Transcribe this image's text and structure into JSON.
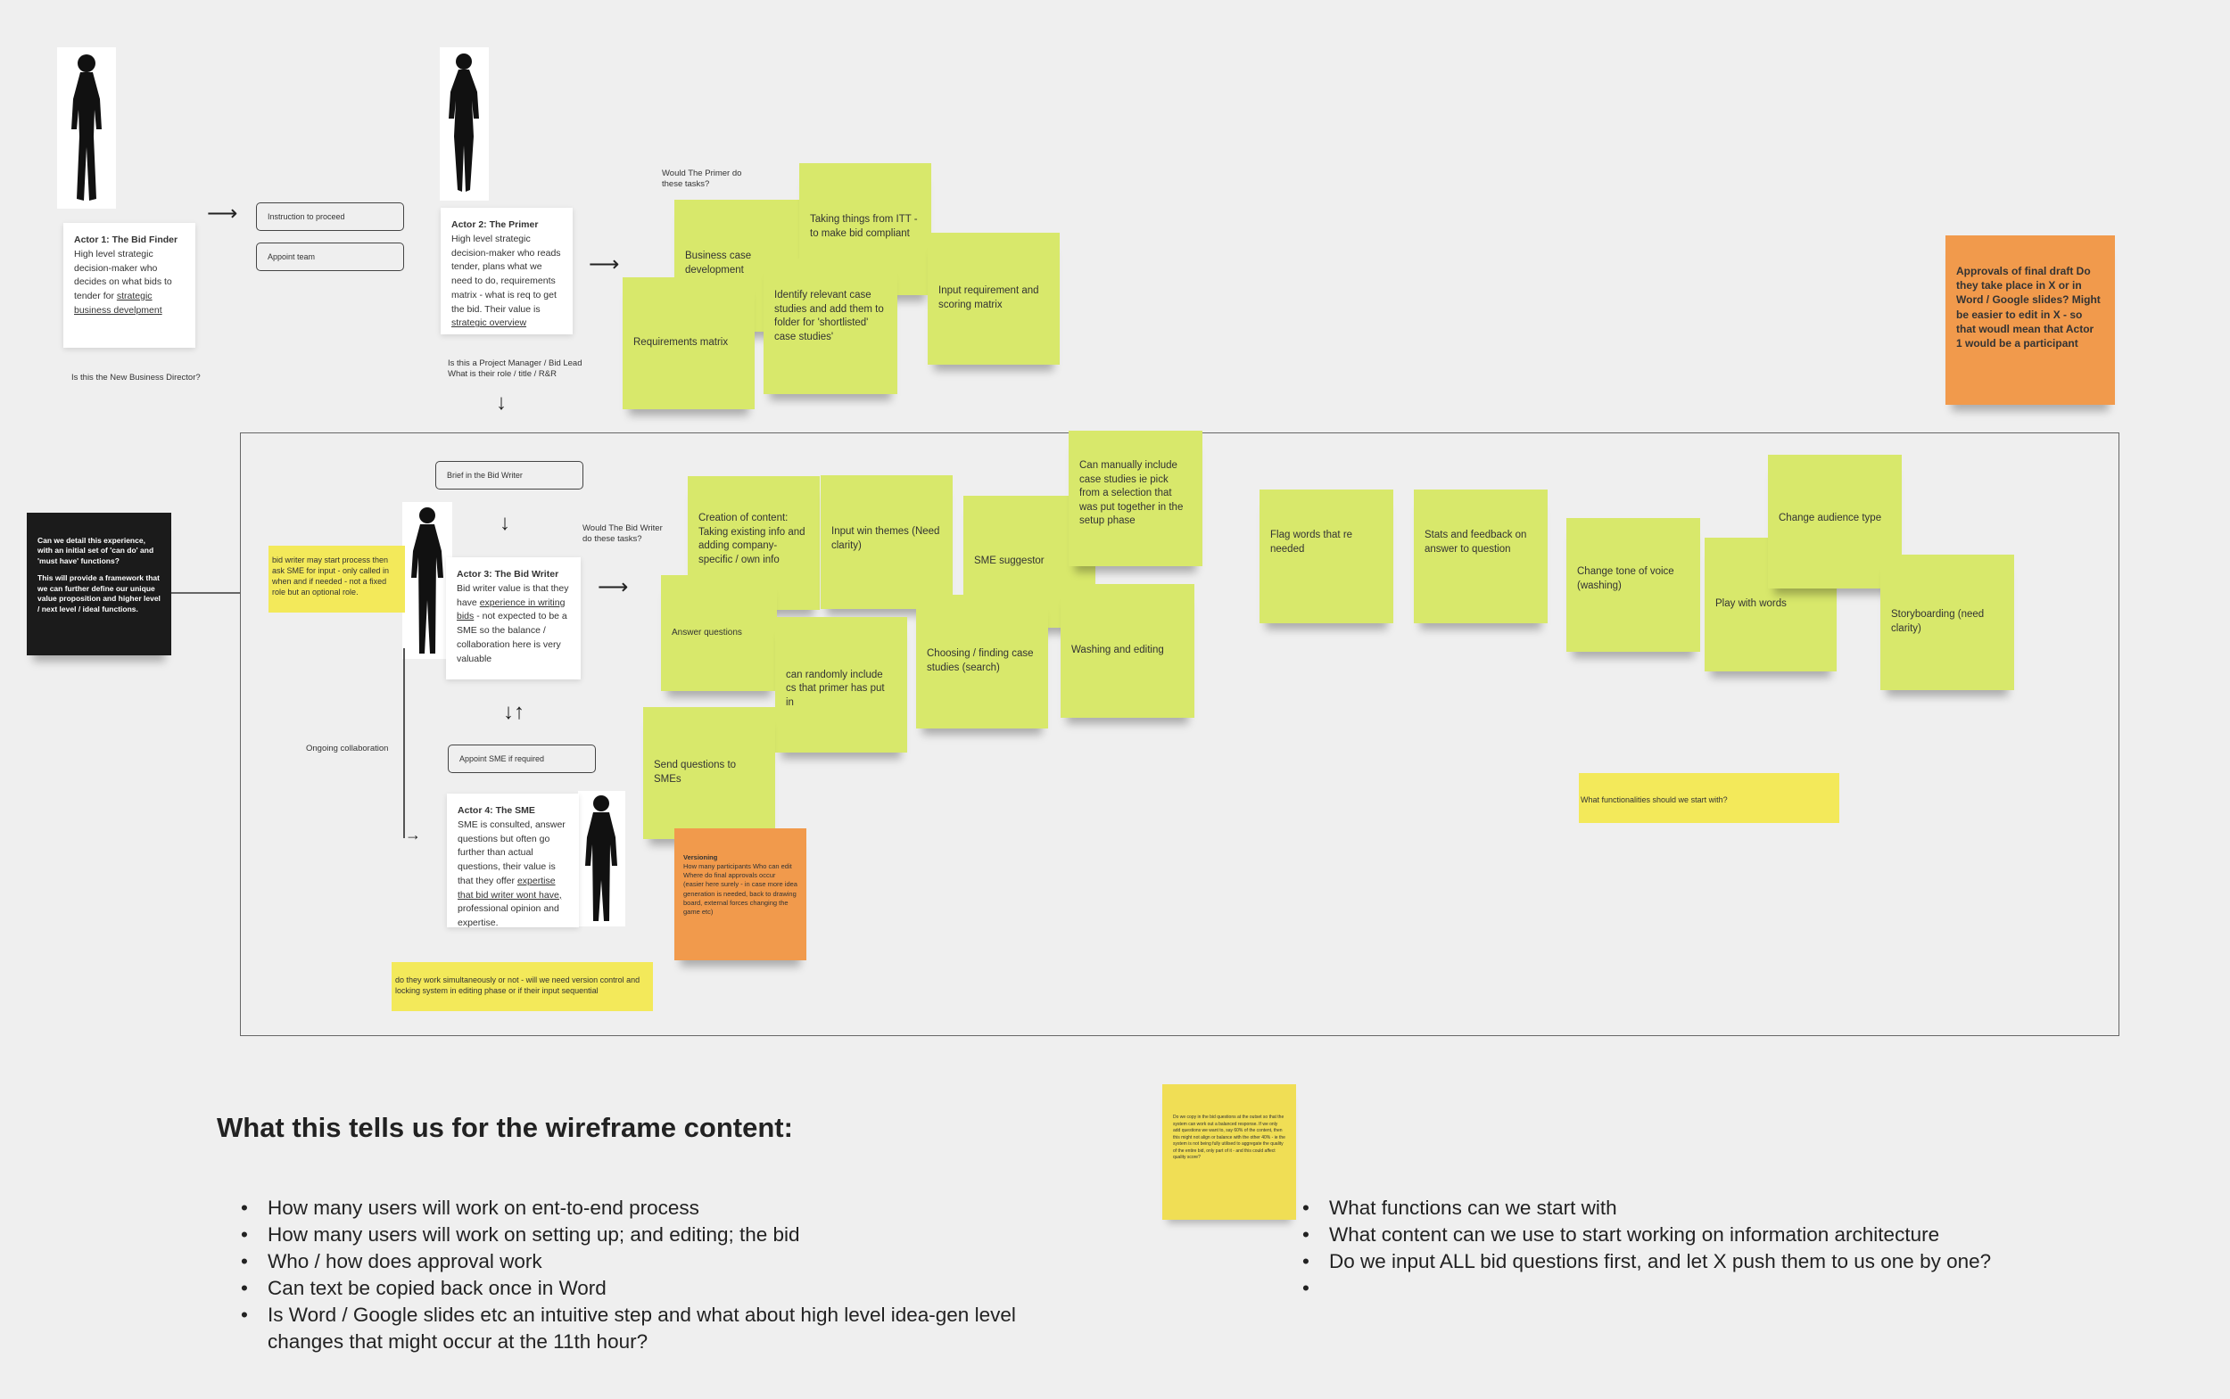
{
  "actors": {
    "a1": {
      "title": "Actor 1: The Bid Finder",
      "desc": "High level strategic decision-maker who decides on what bids to tender for",
      "link": "strategic business develpment"
    },
    "a2": {
      "title": "Actor 2: The Primer",
      "desc": "High level strategic decision-maker who reads tender, plans what we need to do, requirements matrix - what is req to get the bid. Their value is",
      "link": "strategic overview"
    },
    "a3": {
      "title": "Actor 3: The Bid Writer",
      "desc1": "Bid writer value is that they have",
      "link": "experience in writing bids",
      "desc2": "- not expected to be a SME so the balance / collaboration here is very valuable"
    },
    "a4": {
      "title": "Actor 4: The SME",
      "desc1": "SME is consulted, answer questions but often go further than actual questions, their value is that they offer",
      "link": "expertise that bid writer wont have,",
      "desc2": "professional opinion and expertise."
    }
  },
  "pills": {
    "instruction": "Instruction to proceed",
    "appoint_team": "Appoint team",
    "brief": "Brief in the Bid Writer",
    "appoint_sme": "Appoint SME if required"
  },
  "notes": {
    "new_biz": "Is this the New Business Director?",
    "primer_q": "Would The Primer do these tasks?",
    "pm_q1": "Is this a Project Manager / Bid Lead",
    "pm_q2": "What is their role / title / R&R",
    "writer_q": "Would The Bid Writer do these tasks?",
    "ongoing": "Ongoing collaboration"
  },
  "primer_stickies": {
    "business_case": "Business case development",
    "taking_things": "Taking things from ITT - to make bid compliant",
    "requirements": "Requirements matrix",
    "identify": "Identify relevant case studies and add them to folder for 'shortlisted' case studies'",
    "input_req": "Input requirement and scoring matrix"
  },
  "approvals": "Approvals of final draft Do they take place in X or in Word / Google slides? Might be easier to edit in X - so that woudl mean that Actor 1 would be a participant",
  "black_note": {
    "p1": "Can we detail this experience, with an initial set of 'can do' and 'must have' functions?",
    "p2": "This will provide a framework that we can further define our unique value proposition and higher level / next level / ideal functions."
  },
  "yellow_writer": "bid writer may start process then ask SME for input - only called in when and if needed - not a fixed role but an optional role.",
  "yellow_version": "do they work simultaneously or not - will we need version control and locking system in editing phase or if their input sequential",
  "yellow_start": "What functionalities should we start with?",
  "writer_stickies": {
    "creation": "Creation of content: Taking existing info and adding company-specific / own info",
    "input_win": "Input win themes (Need clarity)",
    "sme_suggestor": "SME suggestor",
    "manually": "Can manually include case studies ie pick from a selection that was put together in the setup phase",
    "answer": "Answer questions",
    "randomly": "can randomly include cs that primer has put in",
    "choosing": "Choosing / finding case studies (search)",
    "washing": "Washing and editing",
    "send": "Send questions to SMEs",
    "flag": "Flag words that re needed",
    "stats": "Stats and feedback on answer to question",
    "tone": "Change tone of voice (washing)",
    "play": "Play with words",
    "audience": "Change audience type",
    "storyboarding": "Storyboarding (need clarity)"
  },
  "versioning": {
    "title": "Versioning",
    "body": "How many participants Who can edit Where do final approvals occur (easier here surely - in case more idea generation is needed, back to drawing board, external forces changing the game etc)"
  },
  "small_yellow": "Do we copy in the bid questions at the outset so that the system can work out a balanced response. If we only add questions we want to, say 60% of the content, then this might not align or balance with the other 40% - ie the system is not being fully utilised to aggregate the quality of the entire bid, only part of it - and this could affect quality score?",
  "wireframe": {
    "heading": "What this tells us for the wireframe content:",
    "left": [
      "How many users will work on ent-to-end process",
      "How many users will work on setting up; and editing; the bid",
      "Who / how does approval work",
      "Can text be copied back once in Word",
      "Is Word / Google slides etc an intuitive step and what about high level idea-gen level changes that might occur at the 11th hour?"
    ],
    "right": [
      "What functions can we start with",
      "What content can we use to start working on information architecture",
      "Do we input ALL bid questions first, and let X push them to us one by one?",
      ""
    ]
  }
}
